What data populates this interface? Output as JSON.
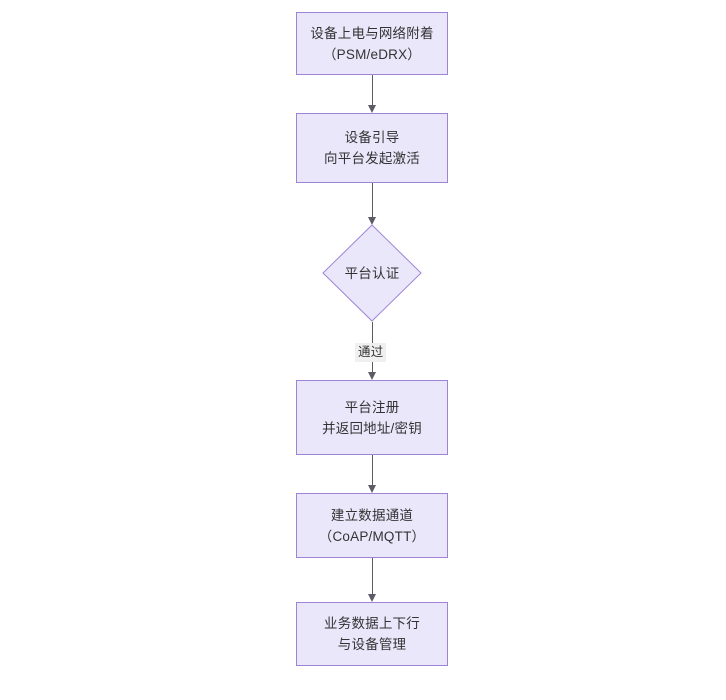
{
  "diagram": {
    "type": "flowchart",
    "orientation": "top-to-bottom",
    "background_color": "#ffffff",
    "node_fill_color": "#eae7fb",
    "node_border_color": "#9f84d6",
    "connector_color": "#5c5c66",
    "text_color": "#333333",
    "edge_label_background": "#f0f0f0"
  },
  "nodes": [
    {
      "id": "n1",
      "shape": "rectangle",
      "line_1": "设备上电与网络附着",
      "line_2": "（PSM/eDRX）"
    },
    {
      "id": "n2",
      "shape": "rectangle",
      "line_1": "设备引导",
      "line_2": "向平台发起激活"
    },
    {
      "id": "n3",
      "shape": "diamond",
      "line_1": "平台认证",
      "line_2": ""
    },
    {
      "id": "n4",
      "shape": "rectangle",
      "line_1": "平台注册",
      "line_2": "并返回地址/密钥"
    },
    {
      "id": "n5",
      "shape": "rectangle",
      "line_1": "建立数据通道",
      "line_2": "（CoAP/MQTT）"
    },
    {
      "id": "n6",
      "shape": "rectangle",
      "line_1": "业务数据上下行",
      "line_2": "与设备管理"
    }
  ],
  "edges": [
    {
      "id": "e1",
      "from": "n1",
      "to": "n2",
      "label": ""
    },
    {
      "id": "e2",
      "from": "n2",
      "to": "n3",
      "label": ""
    },
    {
      "id": "e3",
      "from": "n3",
      "to": "n4",
      "label": "通过"
    },
    {
      "id": "e4",
      "from": "n4",
      "to": "n5",
      "label": ""
    },
    {
      "id": "e5",
      "from": "n5",
      "to": "n6",
      "label": ""
    }
  ]
}
